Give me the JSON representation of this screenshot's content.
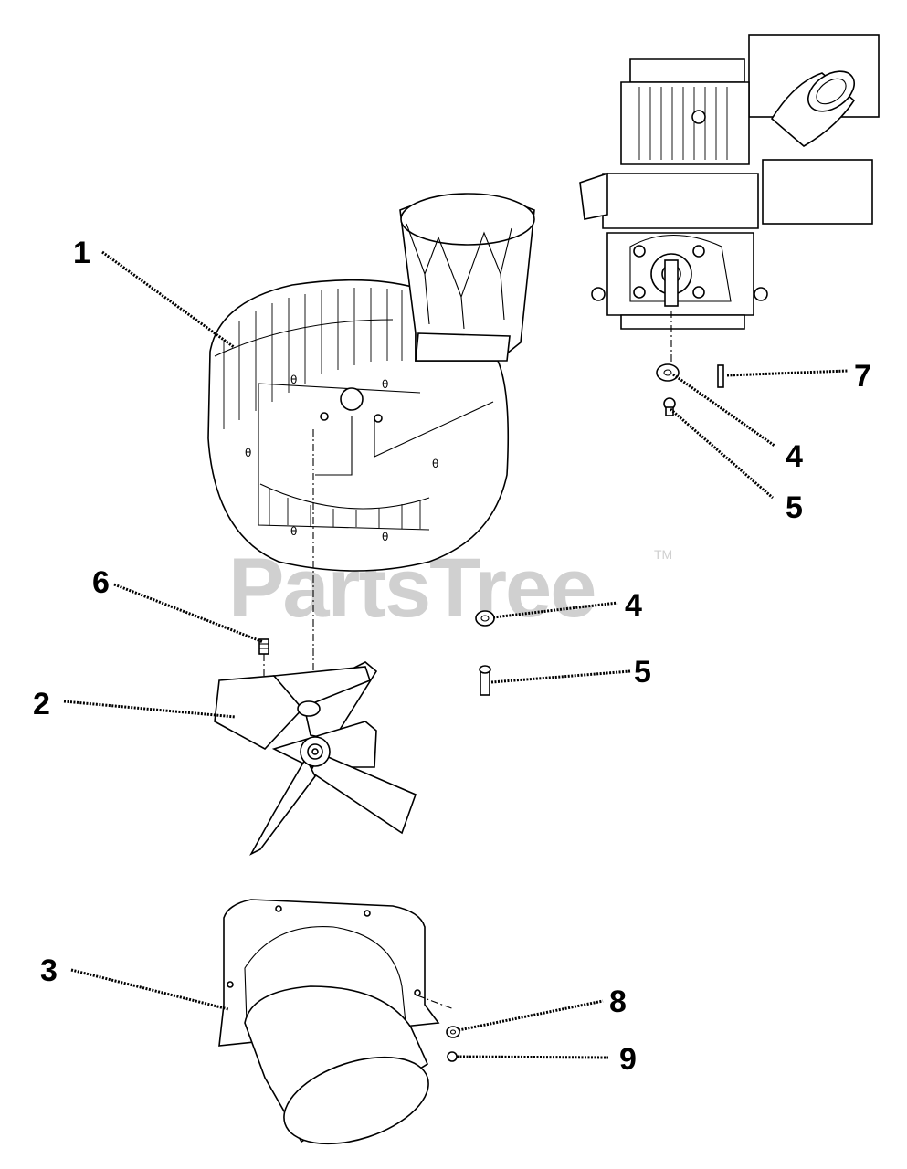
{
  "watermark": {
    "brand": "PartsTree",
    "trademark": "TM"
  },
  "callouts": [
    {
      "key": "c1",
      "label": "1"
    },
    {
      "key": "c2",
      "label": "2"
    },
    {
      "key": "c3",
      "label": "3"
    },
    {
      "key": "c4a",
      "label": "4"
    },
    {
      "key": "c4b",
      "label": "4"
    },
    {
      "key": "c5a",
      "label": "5"
    },
    {
      "key": "c5b",
      "label": "5"
    },
    {
      "key": "c6",
      "label": "6"
    },
    {
      "key": "c7",
      "label": "7"
    },
    {
      "key": "c8",
      "label": "8"
    },
    {
      "key": "c9",
      "label": "9"
    }
  ],
  "parts_shown": [
    "engine",
    "blower-housing",
    "impeller",
    "intake-cone",
    "washer",
    "bolt",
    "set-screw",
    "key",
    "lock-washer",
    "nut"
  ]
}
